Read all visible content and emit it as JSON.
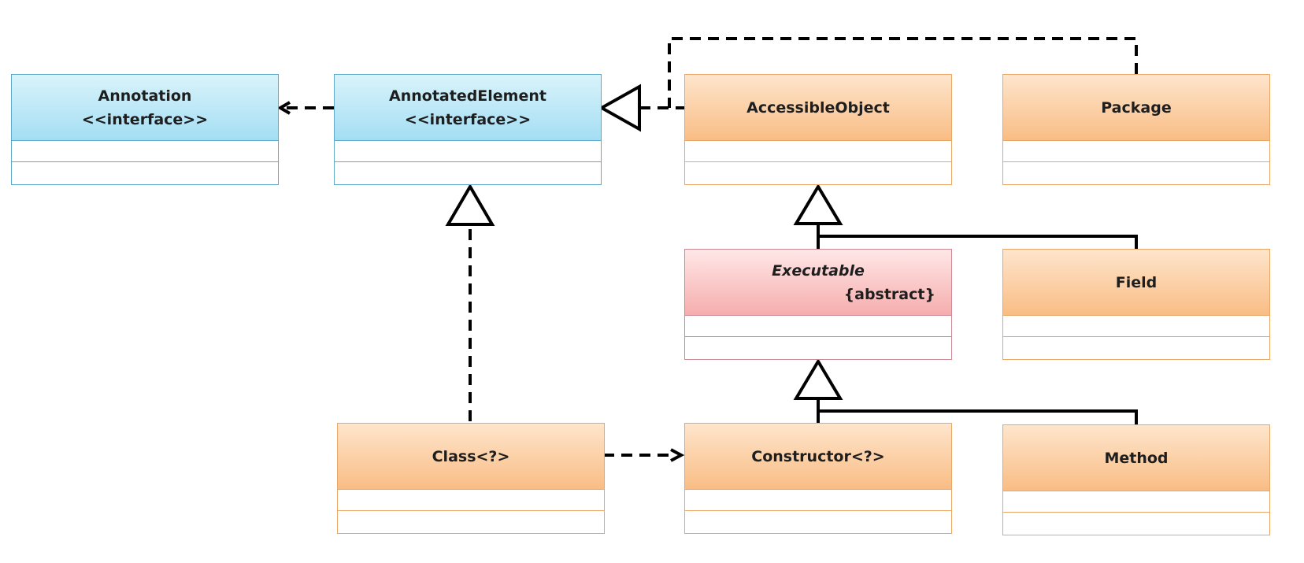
{
  "classes": {
    "annotation": {
      "name": "Annotation",
      "stereotype": "<<interface>>"
    },
    "annotated_element": {
      "name": "AnnotatedElement",
      "stereotype": "<<interface>>"
    },
    "accessible_object": {
      "name": "AccessibleObject"
    },
    "package": {
      "name": "Package"
    },
    "executable": {
      "name": "Executable",
      "modifier": "{abstract}"
    },
    "field": {
      "name": "Field"
    },
    "class": {
      "name": "Class<?>"
    },
    "constructor": {
      "name": "Constructor<?>"
    },
    "method": {
      "name": "Method"
    }
  },
  "colors": {
    "interface_fill": "#a4def3",
    "class_fill": "#f9bd85",
    "abstract_fill": "#f6adad",
    "line": "#000000"
  }
}
